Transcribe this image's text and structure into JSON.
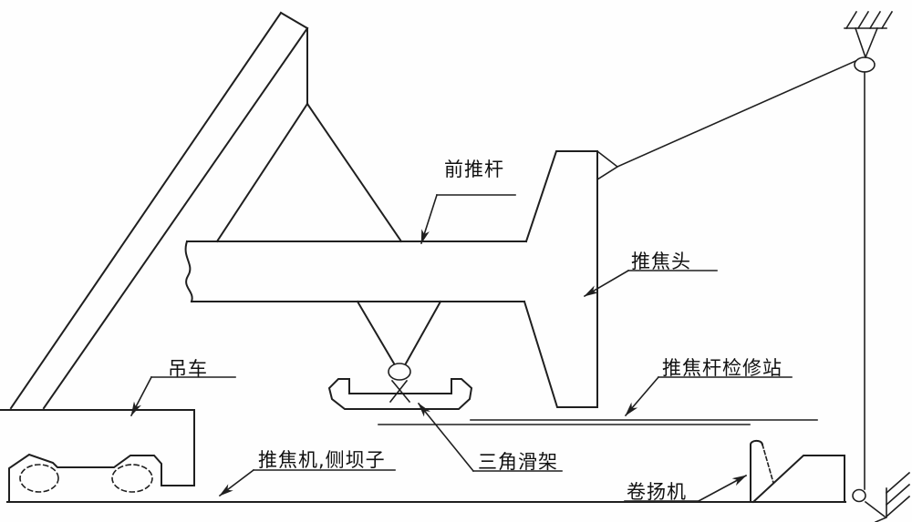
{
  "diagram": {
    "labels": {
      "front_push_rod": "前推杆",
      "coke_push_head": "推焦头",
      "crane": "吊车",
      "rod_maintenance_station": "推焦杆检修站",
      "triangle_slide_frame": "三角滑架",
      "coke_pusher_side_wall": "推焦机,侧坝子",
      "winch": "卷扬机"
    },
    "colors": {
      "line": "#1f1f1f",
      "background": "#ffffff"
    }
  }
}
